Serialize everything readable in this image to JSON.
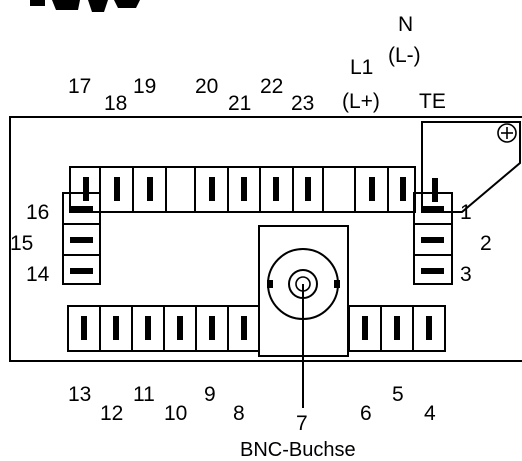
{
  "title_partial": "",
  "caption": "BNC-Buchse",
  "labels": {
    "t1": "1",
    "t2": "2",
    "t3": "3",
    "t4": "4",
    "t5": "5",
    "t6": "6",
    "t7": "7",
    "t8": "8",
    "t9": "9",
    "t10": "10",
    "t11": "11",
    "t12": "12",
    "t13": "13",
    "t14": "14",
    "t15": "15",
    "t16": "16",
    "t17": "17",
    "t18": "18",
    "t19": "19",
    "t20": "20",
    "t21": "21",
    "t22": "22",
    "t23": "23",
    "L1": "L1",
    "Lplus": "(L+)",
    "N": "N",
    "Lminus": "(L-)",
    "TE": "TE"
  },
  "ground_symbol": "⊕"
}
